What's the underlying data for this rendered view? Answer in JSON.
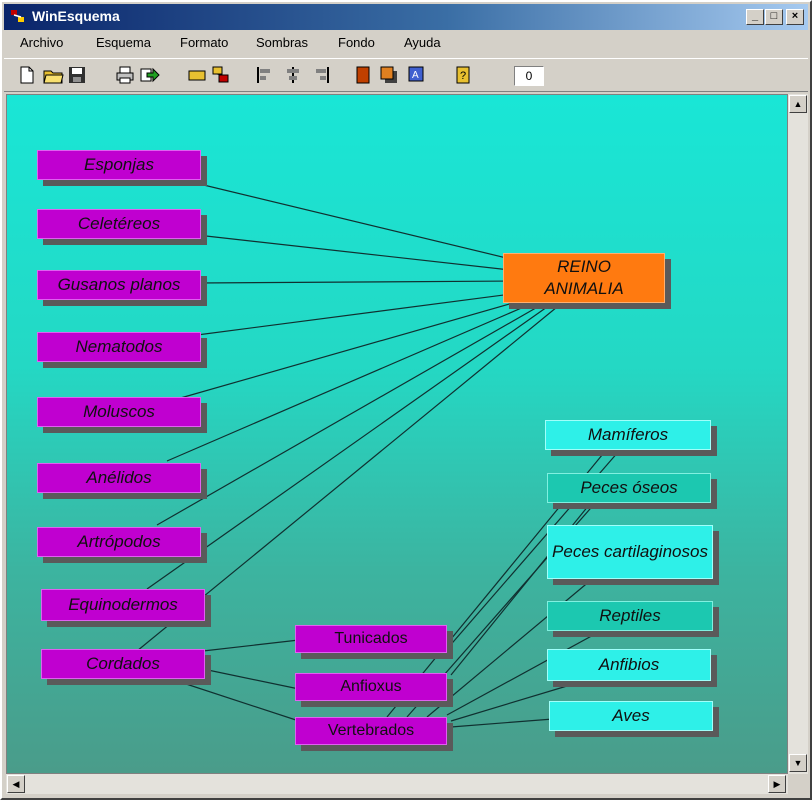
{
  "window": {
    "title": "WinEsquema"
  },
  "menu": [
    {
      "label": "Archivo"
    },
    {
      "label": "Esquema"
    },
    {
      "label": "Formato"
    },
    {
      "label": "Sombras"
    },
    {
      "label": "Fondo"
    },
    {
      "label": "Ayuda"
    }
  ],
  "toolbar": {
    "counter_value": "0"
  },
  "diagram": {
    "root": {
      "label_line1": "REINO",
      "label_line2": "ANIMALIA"
    },
    "phyla": [
      {
        "label": "Esponjas"
      },
      {
        "label": "Celetéreos"
      },
      {
        "label": "Gusanos planos"
      },
      {
        "label": "Nematodos"
      },
      {
        "label": "Moluscos"
      },
      {
        "label": "Anélidos"
      },
      {
        "label": "Artrópodos"
      },
      {
        "label": "Equinodermos"
      },
      {
        "label": "Cordados"
      }
    ],
    "subphyla": [
      {
        "label": "Tunicados"
      },
      {
        "label": "Anfioxus"
      },
      {
        "label": "Vertebrados"
      }
    ],
    "classes": [
      {
        "label": "Mamíferos"
      },
      {
        "label": "Peces óseos"
      },
      {
        "label": "Peces cartilaginosos"
      },
      {
        "label": "Reptiles"
      },
      {
        "label": "Anfibios"
      },
      {
        "label": "Aves"
      }
    ]
  },
  "colors": {
    "phylum": "#c000d0",
    "root": "#ff7a10",
    "class_light": "#2ef0e8",
    "class_dark": "#1cc8b0"
  }
}
